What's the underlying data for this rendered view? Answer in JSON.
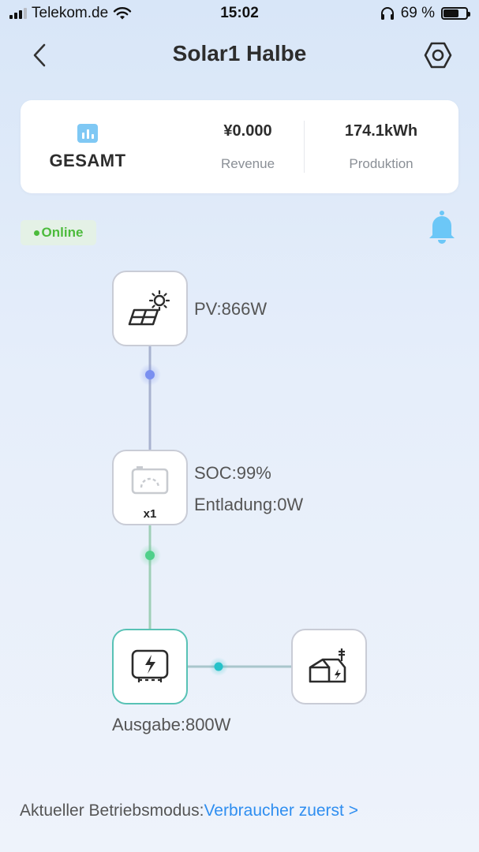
{
  "status_bar": {
    "carrier": "Telekom.de",
    "time": "15:02",
    "battery_percent": "69 %",
    "battery_level": 0.69
  },
  "header": {
    "title": "Solar1 Halbe",
    "back_icon": "chevron-left-icon",
    "settings_icon": "hexagon-settings-icon"
  },
  "summary": {
    "label": "GESAMT",
    "revenue_value": "¥0.000",
    "revenue_label": "Revenue",
    "production_value": "174.1kWh",
    "production_label": "Produktion"
  },
  "status": {
    "online_label": "Online",
    "online_color": "#4cbb3c"
  },
  "flow": {
    "pv_label": "PV:866W",
    "soc_label": "SOC:99%",
    "discharge_label": "Entladung:0W",
    "battery_count": "x1",
    "output_label": "Ausgabe:800W",
    "colors": {
      "pv_line": "#a8b2cf",
      "pv_dot": "#7a8ff0",
      "battery_line": "#9fcfb7",
      "battery_dot": "#4fd08a",
      "output_line": "#a9c6cc",
      "output_dot": "#26c2c9"
    }
  },
  "mode": {
    "prefix": "Aktueller Betriebsmodus:",
    "link": "Verbraucher zuerst >",
    "link_color": "#2f8ef0"
  }
}
